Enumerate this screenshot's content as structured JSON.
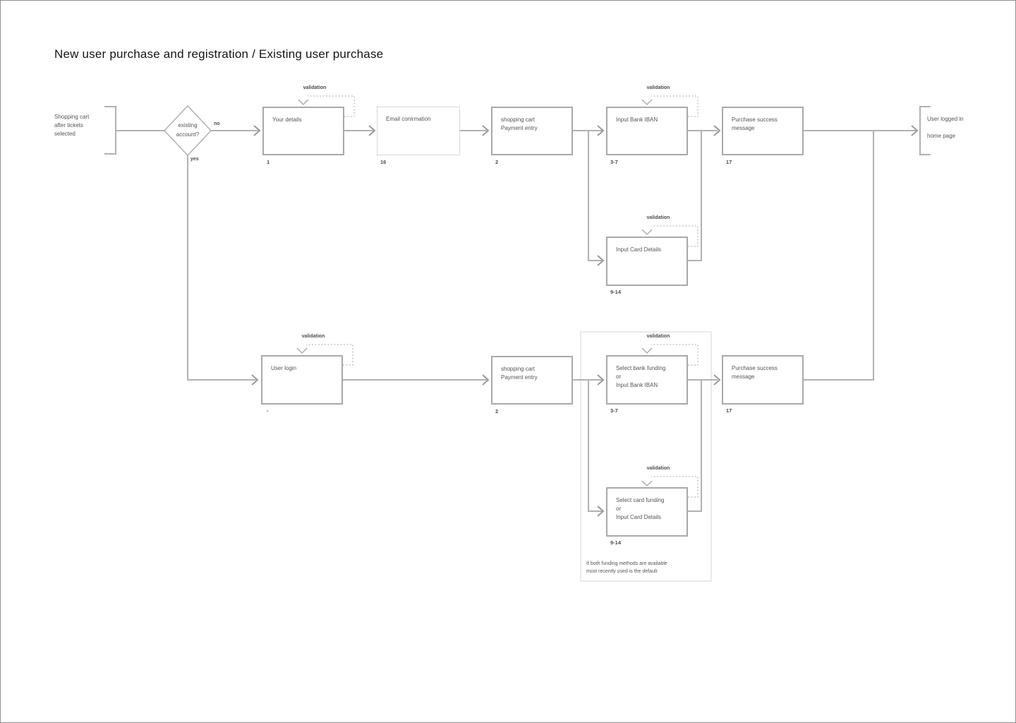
{
  "title": "New user purchase and registration / Existing user purchase",
  "labels": {
    "validation": "validation",
    "no": "no",
    "yes": "yes"
  },
  "colors": {
    "line": "#b1b1b1",
    "arrow": "#9a9a9a",
    "box_border": "#a9a9a9",
    "dotted": "#c6c6c6",
    "container_border": "#e4e4e4",
    "text": "#555555",
    "title_text": "#141414"
  },
  "nodes": {
    "start": {
      "lines": [
        "Shopping cart",
        "after tickets",
        "selected"
      ]
    },
    "decision": {
      "lines": [
        "existing",
        "account?"
      ]
    },
    "your_details": {
      "lines": [
        "Your details"
      ],
      "num": "1"
    },
    "email_confirmation": {
      "lines": [
        "Email conirmation"
      ],
      "num": "16"
    },
    "cart_top": {
      "lines": [
        "shopping cart",
        "Payment entry"
      ],
      "num": "2"
    },
    "bank_top": {
      "lines": [
        "Input Bank IBAN"
      ],
      "num": "3-7"
    },
    "card_top": {
      "lines": [
        "Input Card Details"
      ],
      "num": "9-14"
    },
    "success_top": {
      "lines": [
        "Purchase success",
        "message"
      ],
      "num": "17"
    },
    "end": {
      "lines": [
        "User logged in",
        "home page"
      ]
    },
    "user_login": {
      "lines": [
        "User login"
      ],
      "num": "-"
    },
    "cart_bottom": {
      "lines": [
        "shopping cart",
        "Payment entry"
      ],
      "num": "2"
    },
    "bank_bottom": {
      "lines": [
        "Select bank funding",
        "or",
        "Input Bank IBAN"
      ],
      "num": "3-7"
    },
    "card_bottom": {
      "lines": [
        "Select card funding",
        "or",
        "Input Card Details"
      ],
      "num": "9-14"
    },
    "success_bottom": {
      "lines": [
        "Purchase success",
        "message"
      ],
      "num": "17"
    },
    "note": {
      "lines": [
        "If both funding methods are available",
        "most recently used is the default"
      ]
    }
  }
}
